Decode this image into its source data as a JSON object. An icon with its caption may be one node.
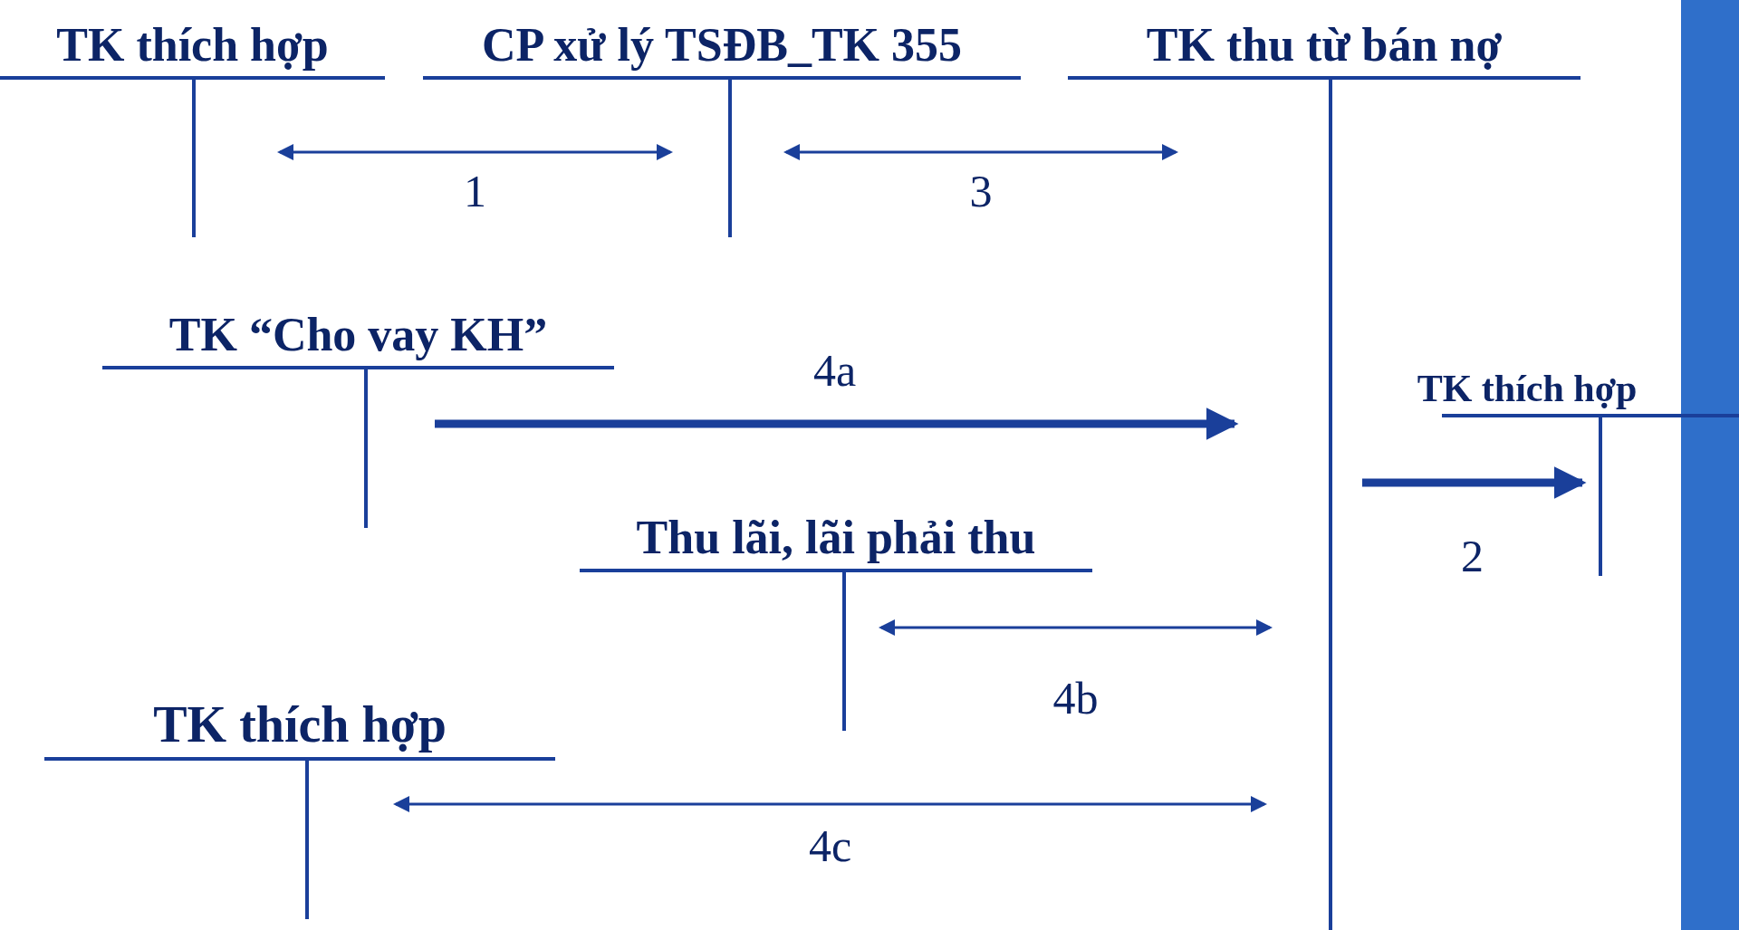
{
  "diagram": {
    "nodes": [
      {
        "text": [
          "TK thích hợp"
        ]
      },
      {
        "text": [
          "CP xử lý TSĐB_TK 355"
        ]
      },
      {
        "text": [
          "TK thu từ bán nợ"
        ]
      },
      {
        "text": [
          "TK “Cho vay KH”"
        ]
      },
      {
        "text": [
          "TK thích hợp"
        ]
      },
      {
        "text": [
          "Thu lãi, lãi phải thu"
        ]
      },
      {
        "text": [
          "TK thích hợp"
        ]
      },
      {
        "text": [],
        "shape": "bar"
      }
    ],
    "edges": [
      {
        "from": 0,
        "to": 1,
        "arrow": "both",
        "label": "1"
      },
      {
        "from": 1,
        "to": 2,
        "arrow": "both",
        "label": "3"
      },
      {
        "from": 3,
        "to": 2,
        "arrow": "to",
        "label": "4a",
        "style": "thick"
      },
      {
        "from": 2,
        "to": 4,
        "arrow": "to",
        "label": "2",
        "style": "thick"
      },
      {
        "from": 5,
        "to": 2,
        "arrow": "both",
        "label": "4b"
      },
      {
        "from": 6,
        "to": 2,
        "arrow": "both",
        "label": "4c"
      }
    ]
  }
}
